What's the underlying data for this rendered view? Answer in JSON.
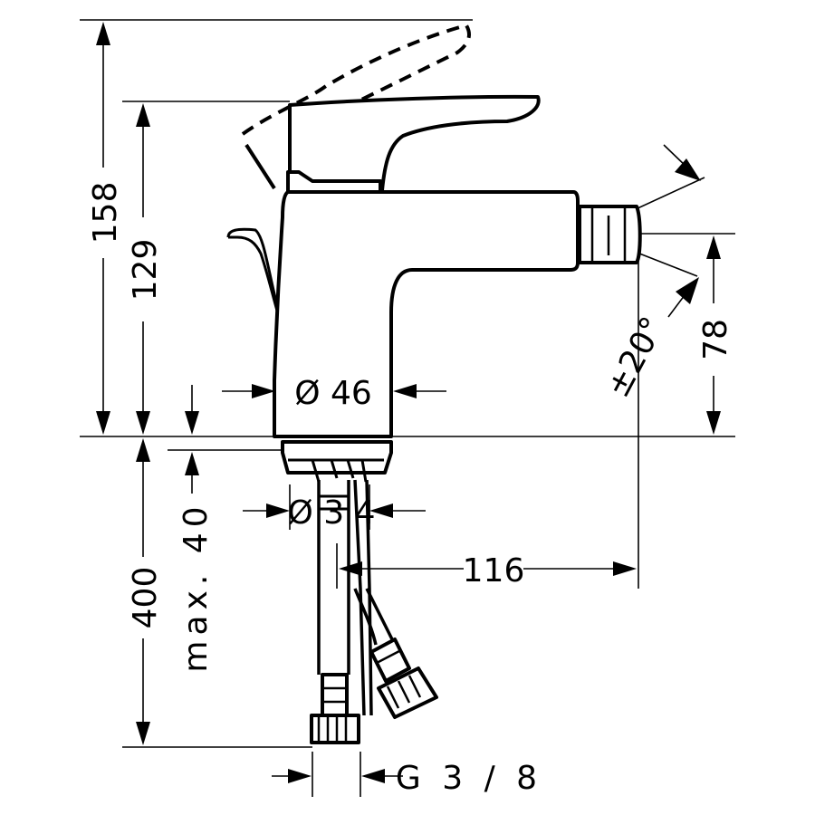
{
  "dimensions": {
    "total_height": "158",
    "spout_height": "129",
    "diameter_body": "Ø 46",
    "diameter_shank": "Ø 3 4",
    "hose_length": "400",
    "max_thickness": "max. 40",
    "spout_reach": "116",
    "outlet_height": "78",
    "swivel_angle": "±20°",
    "connection_thread": "G 3 / 8"
  }
}
